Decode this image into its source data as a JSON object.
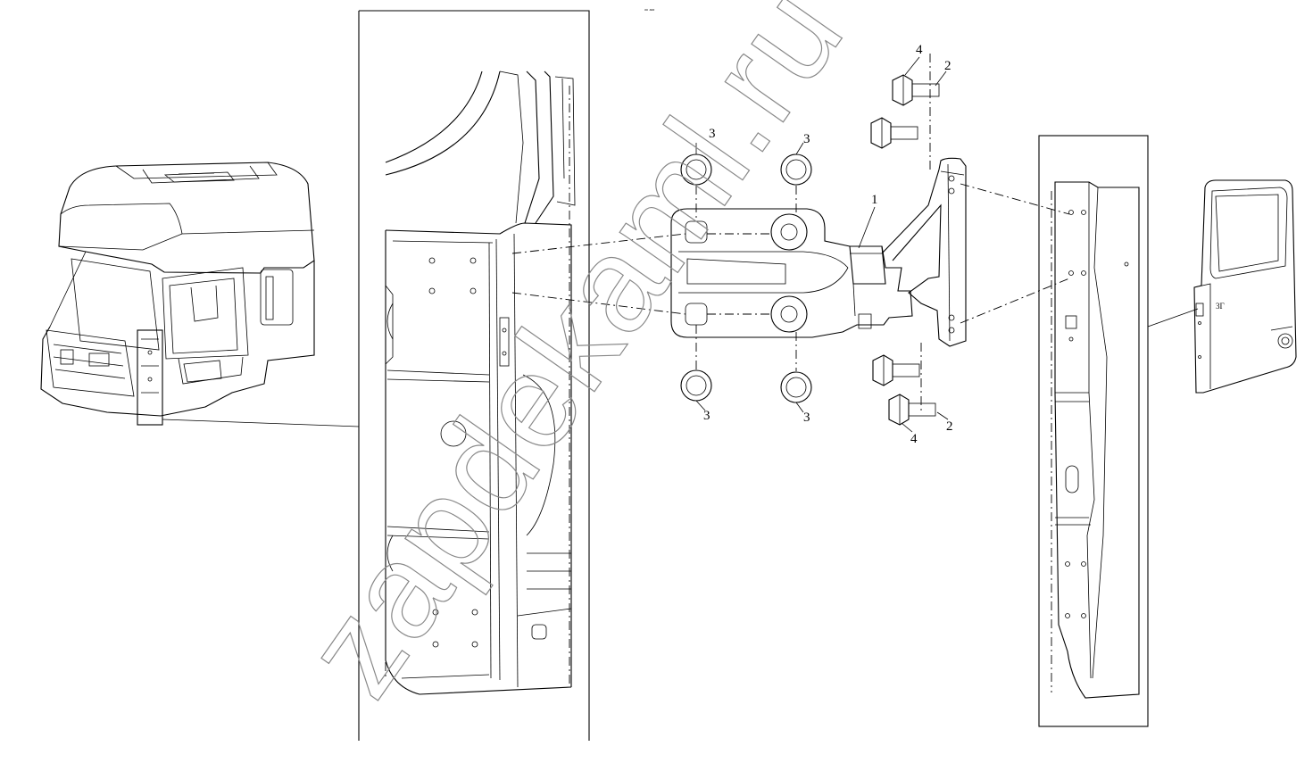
{
  "corner_text": "ᵃᵃ ᵃᵃᵃ",
  "watermark": "zapdekaml.ru",
  "callouts": {
    "part_1": "1",
    "part_2": "2",
    "part_3": "3",
    "part_4": "4"
  },
  "door_label": "3Г",
  "colors": {
    "line": "#000000",
    "watermark": "#888888",
    "background": "#ffffff"
  }
}
